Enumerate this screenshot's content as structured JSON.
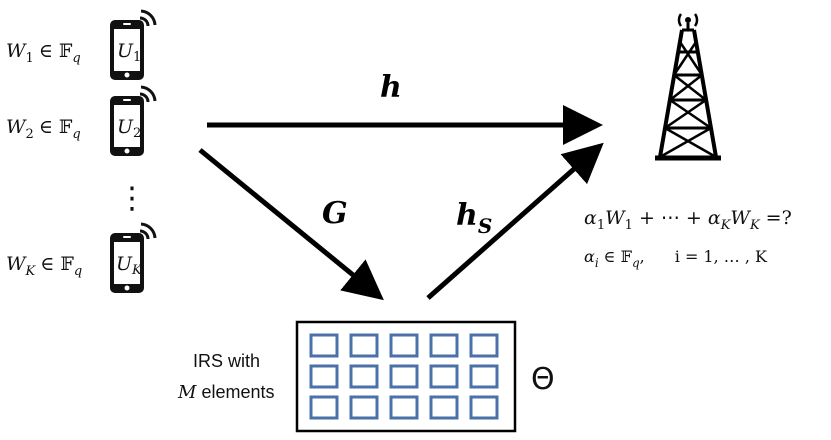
{
  "users": [
    {
      "msg": "W",
      "sub": "1",
      "field": "∈ 𝔽",
      "fsub": "q",
      "u": "U",
      "usub": "1"
    },
    {
      "msg": "W",
      "sub": "2",
      "field": "∈ 𝔽",
      "fsub": "q",
      "u": "U",
      "usub": "2"
    },
    {
      "msg": "W",
      "sub": "K",
      "field": "∈ 𝔽",
      "fsub": "q",
      "u": "U",
      "usub": "K"
    }
  ],
  "ellipsis": "⋮",
  "channels": {
    "direct": "h",
    "user_to_irs": "G",
    "irs_to_bs": "h",
    "irs_to_bs_sub": "S"
  },
  "bs_equation": {
    "a1": "α",
    "a1sub": "1",
    "w1": "W",
    "w1sub": "1",
    "mid": "+ ⋯ +",
    "aK": "α",
    "aKsub": "K",
    "wK": "W",
    "wKsub": "K",
    "end": "=?"
  },
  "bs_domain": {
    "a": "α",
    "asub": "i",
    "field": "∈ 𝔽",
    "fsub": "q",
    "comma": ",",
    "range": "i = 1, … , K"
  },
  "irs": {
    "line1": "IRS with",
    "line2_var": "M",
    "line2_rest": " elements",
    "theta": "Θ"
  },
  "colors": {
    "irs_element": "#4a72a8",
    "stroke": "#000000"
  }
}
